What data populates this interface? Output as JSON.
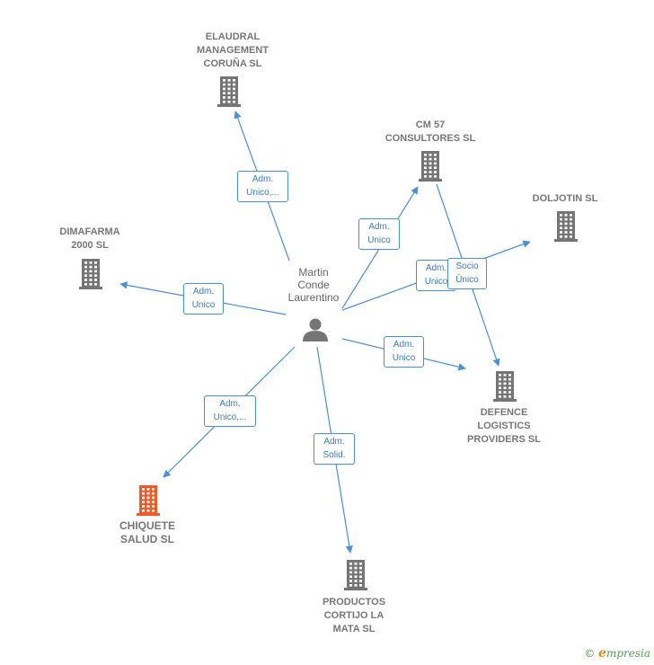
{
  "colors": {
    "edge": "#4a90d9",
    "building": "#757575",
    "building_highlight": "#f05a28",
    "person": "#757575"
  },
  "person": {
    "name": "Martin\nConde\nLaurentino"
  },
  "companies": [
    {
      "id": "elaudral",
      "name": "ELAUDRAL\nMANAGEMENT\nCORUÑA SL",
      "highlight": false
    },
    {
      "id": "cm57",
      "name": "CM 57\nCONSULTORES SL",
      "highlight": false
    },
    {
      "id": "doljotin",
      "name": "DOLJOTIN SL",
      "highlight": false
    },
    {
      "id": "dimafarma",
      "name": "DIMAFARMA\n2000 SL",
      "highlight": false
    },
    {
      "id": "defence",
      "name": "DEFENCE\nLOGISTICS\nPROVIDERS SL",
      "highlight": false
    },
    {
      "id": "chiquete",
      "name": "CHIQUETE\nSALUD SL",
      "highlight": true
    },
    {
      "id": "productos",
      "name": "PRODUCTOS\nCORTIJO LA\nMATA SL",
      "highlight": false
    }
  ],
  "relations": [
    {
      "from": "person",
      "to": "elaudral",
      "label": "Adm.\nUnico,..."
    },
    {
      "from": "person",
      "to": "cm57",
      "label": "Adm.\nUnico"
    },
    {
      "from": "person",
      "to": "doljotin",
      "label": "Adm.\nUnico"
    },
    {
      "from": "cm57",
      "to": "defence",
      "label": "Socio\nÚnico"
    },
    {
      "from": "person",
      "to": "dimafarma",
      "label": "Adm.\nUnico"
    },
    {
      "from": "person",
      "to": "defence",
      "label": "Adm.\nUnico"
    },
    {
      "from": "person",
      "to": "chiquete",
      "label": "Adm.\nUnico,..."
    },
    {
      "from": "person",
      "to": "productos",
      "label": "Adm.\nSolid."
    }
  ],
  "brand": {
    "copyright": "©",
    "initial": "e",
    "name": "mpresia"
  }
}
